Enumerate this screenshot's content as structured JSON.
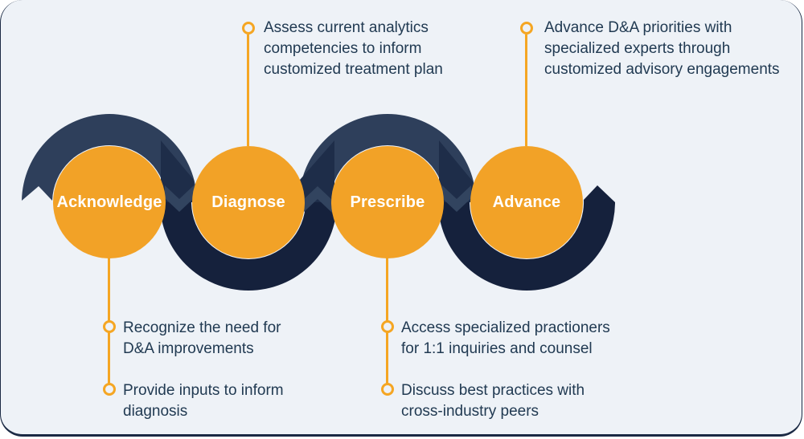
{
  "colors": {
    "background": "#EEF2F7",
    "page": "#FFFFFF",
    "orange": "#F2A227",
    "orange_line": "#F5A623",
    "navy_light": "#2E3F5B",
    "navy_dark": "#15213C",
    "navy_medium": "#1E2D49",
    "navy_strip": "#32445F",
    "text": "#213A52",
    "label_text": "#FFFFFF"
  },
  "stages": [
    {
      "label": "Acknowledge"
    },
    {
      "label": "Diagnose"
    },
    {
      "label": "Prescribe"
    },
    {
      "label": "Advance"
    }
  ],
  "callouts": {
    "diagnose_top": {
      "lines": [
        "Assess current analytics",
        "competencies to inform",
        "customized treatment plan"
      ]
    },
    "advance_top": {
      "lines": [
        "Advance D&A priorities with",
        "specialized experts through",
        "customized advisory engagements"
      ]
    },
    "acknowledge_bottom": [
      {
        "lines": [
          "Recognize the need for",
          "D&A improvements"
        ]
      },
      {
        "lines": [
          "Provide inputs to inform",
          "diagnosis"
        ]
      }
    ],
    "prescribe_bottom": [
      {
        "lines": [
          "Access specialized practioners",
          "for 1:1 inquiries and counsel"
        ]
      },
      {
        "lines": [
          "Discuss best practices with",
          "cross-industry peers"
        ]
      }
    ]
  }
}
